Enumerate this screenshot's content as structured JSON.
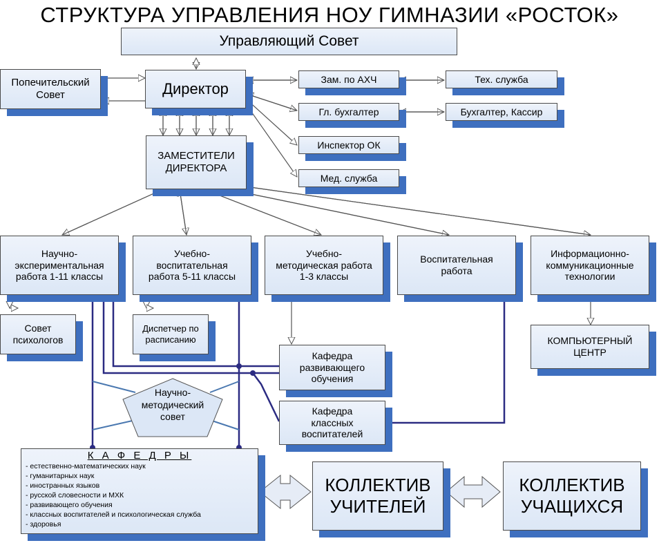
{
  "title": "СТРУКТУРА УПРАВЛЕНИЯ НОУ ГИМНАЗИИ «РОСТОК»",
  "nodes": {
    "council": "Управляющий Совет",
    "trustees": "Попечительский Совет",
    "director": "Директор",
    "deputy_ahch": "Зам. по АХЧ",
    "tech_service": "Тех. служба",
    "chief_accountant": "Гл. бухгалтер",
    "accountant": "Бухгалтер, Кассир",
    "hr_inspector": "Инспектор ОК",
    "med_service": "Мед. служба",
    "deputies": "ЗАМЕСТИТЕЛИ ДИРЕКТОРА",
    "sci_exp": "Научно-экспериментальная работа 1-11 классы",
    "edu_upbring": "Учебно-воспитательная работа 5-11 классы",
    "edu_method": "Учебно-методическая работа 1-3 классы",
    "upbringing": "Воспитательная работа",
    "ict": "Информационно-коммуникационные технологии",
    "psych_council": "Совет психологов",
    "dispatcher": "Диспетчер по расписанию",
    "computer_center": "КОМПЬЮТЕРНЫЙ ЦЕНТР",
    "dept_dev": "Кафедра развивающего обучения",
    "dept_class": "Кафедра классных воспитателей",
    "sci_method_council": "Научно-методический совет",
    "teachers": "КОЛЛЕКТИВ УЧИТЕЛЕЙ",
    "students": "КОЛЛЕКТИВ УЧАЩИХСЯ"
  },
  "departments": {
    "heading": "К А Ф Е Д Р Ы",
    "items": [
      "- естественно-математических наук",
      "- гуманитарных наук",
      "- иностранных языков",
      "- русской словесности и МХК",
      "- развивающего обучения",
      "- классных воспитателей и психологическая служба",
      "- здоровья"
    ]
  },
  "colors": {
    "shadow": "#3e6fbf",
    "box": "#dce7f6",
    "connector": "#2b2b82",
    "council_link": "#4a78b0"
  }
}
